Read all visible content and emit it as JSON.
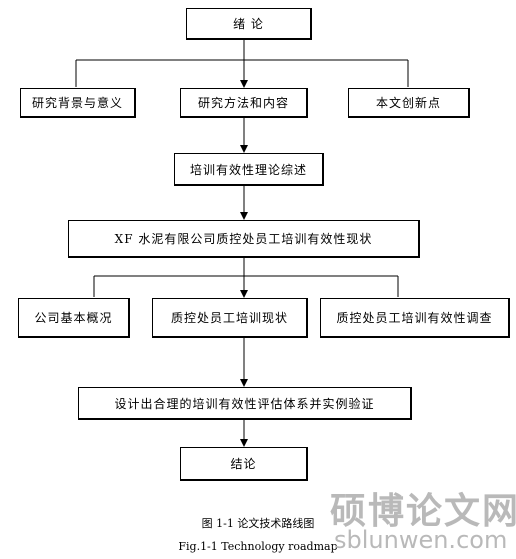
{
  "diagram": {
    "nodes": {
      "intro": "绪  论",
      "background": "研究背景与意义",
      "methods": "研究方法和内容",
      "innovation": "本文创新点",
      "review": "培训有效性理论综述",
      "company": "XF 水泥有限公司质控处员工培训有效性现状",
      "overview": "公司基本概况",
      "status": "质控处员工培训现状",
      "survey": "质控处员工培训有效性调查",
      "design": "设计出合理的培训有效性评估体系并实例验证",
      "conclusion": "结论"
    },
    "caption_cn": "图 1-1  论文技术路线图",
    "caption_en": "Fig.1-1 Technology roadmap"
  },
  "watermark": {
    "cn": "硕博论文网",
    "url": "sblunwen.com"
  }
}
